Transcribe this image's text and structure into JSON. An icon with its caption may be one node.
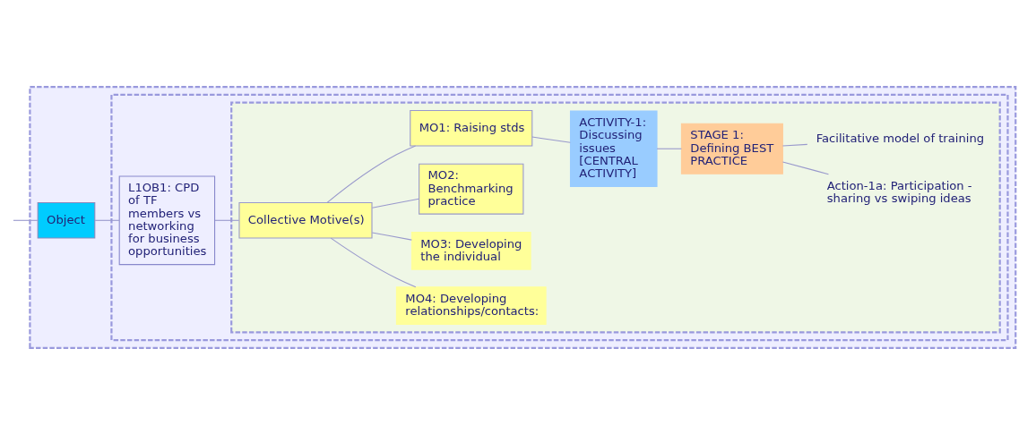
{
  "diagram": {
    "nodes": [
      {
        "text": [],
        "shape": "box"
      },
      {
        "text": [
          "Object"
        ],
        "in": 0
      },
      {
        "text": [],
        "shape": "box",
        "in": 0
      },
      {
        "text": [
          "L1OB1: CPD of TF members vs networking for business opportunities"
        ],
        "in": 2
      },
      {
        "text": [],
        "shape": "box",
        "in": 2
      },
      {
        "text": [
          "Collective Motive(s)"
        ],
        "in": 4
      },
      {
        "text": [
          "MO1: Raising stds"
        ],
        "in": 4
      },
      {
        "text": [
          "MO2: Benchmarking practice"
        ],
        "in": 4
      },
      {
        "text": [
          "MO3: Developing the individual"
        ],
        "in": 4
      },
      {
        "text": [
          "MO4: Developing relationships/contacts:"
        ],
        "in": 4
      },
      {
        "text": [
          "ACTIVITY-1: Discussing issues [CENTRAL ACTIVITY]"
        ],
        "in": 4
      },
      {
        "text": [
          "STAGE 1: Defining BEST PRACTICE"
        ],
        "in": 4
      },
      {
        "text": [
          "Facilitative model of training"
        ],
        "in": 4
      },
      {
        "text": [
          "Action-1a: Participation - sharing vs swiping ideas"
        ],
        "in": 4
      }
    ],
    "edges": [
      {
        "from": null,
        "to": 1,
        "arrow": "none"
      },
      {
        "from": 1,
        "to": 3,
        "arrow": "none"
      },
      {
        "from": 3,
        "to": 5,
        "arrow": "none"
      },
      {
        "from": 5,
        "to": 6,
        "arrow": "none"
      },
      {
        "from": 5,
        "to": 7,
        "arrow": "none"
      },
      {
        "from": 5,
        "to": 8,
        "arrow": "none"
      },
      {
        "from": 5,
        "to": 9,
        "arrow": "none"
      },
      {
        "from": 6,
        "to": 10,
        "arrow": "none"
      },
      {
        "from": 10,
        "to": 11,
        "arrow": "none"
      },
      {
        "from": 11,
        "to": 12,
        "arrow": "none"
      },
      {
        "from": 11,
        "to": 13,
        "arrow": "none"
      }
    ]
  }
}
